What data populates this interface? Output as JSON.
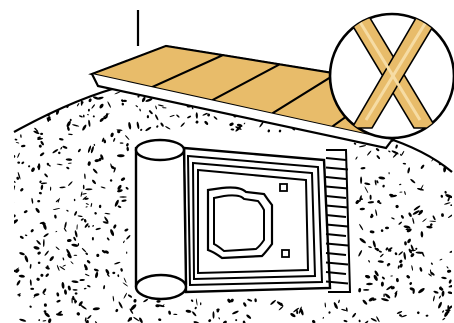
{
  "illustration": {
    "subject": "rug-under-threshold-incorrect",
    "colors": {
      "stroke": "#000000",
      "background": "#ffffff",
      "threshold_tile": "#e8bc6a",
      "cross": "#e8bc6a",
      "cross_outline": "#000000"
    },
    "threshold_tiles": 5,
    "fringe_strands": 14,
    "marker": "cross-icon"
  }
}
